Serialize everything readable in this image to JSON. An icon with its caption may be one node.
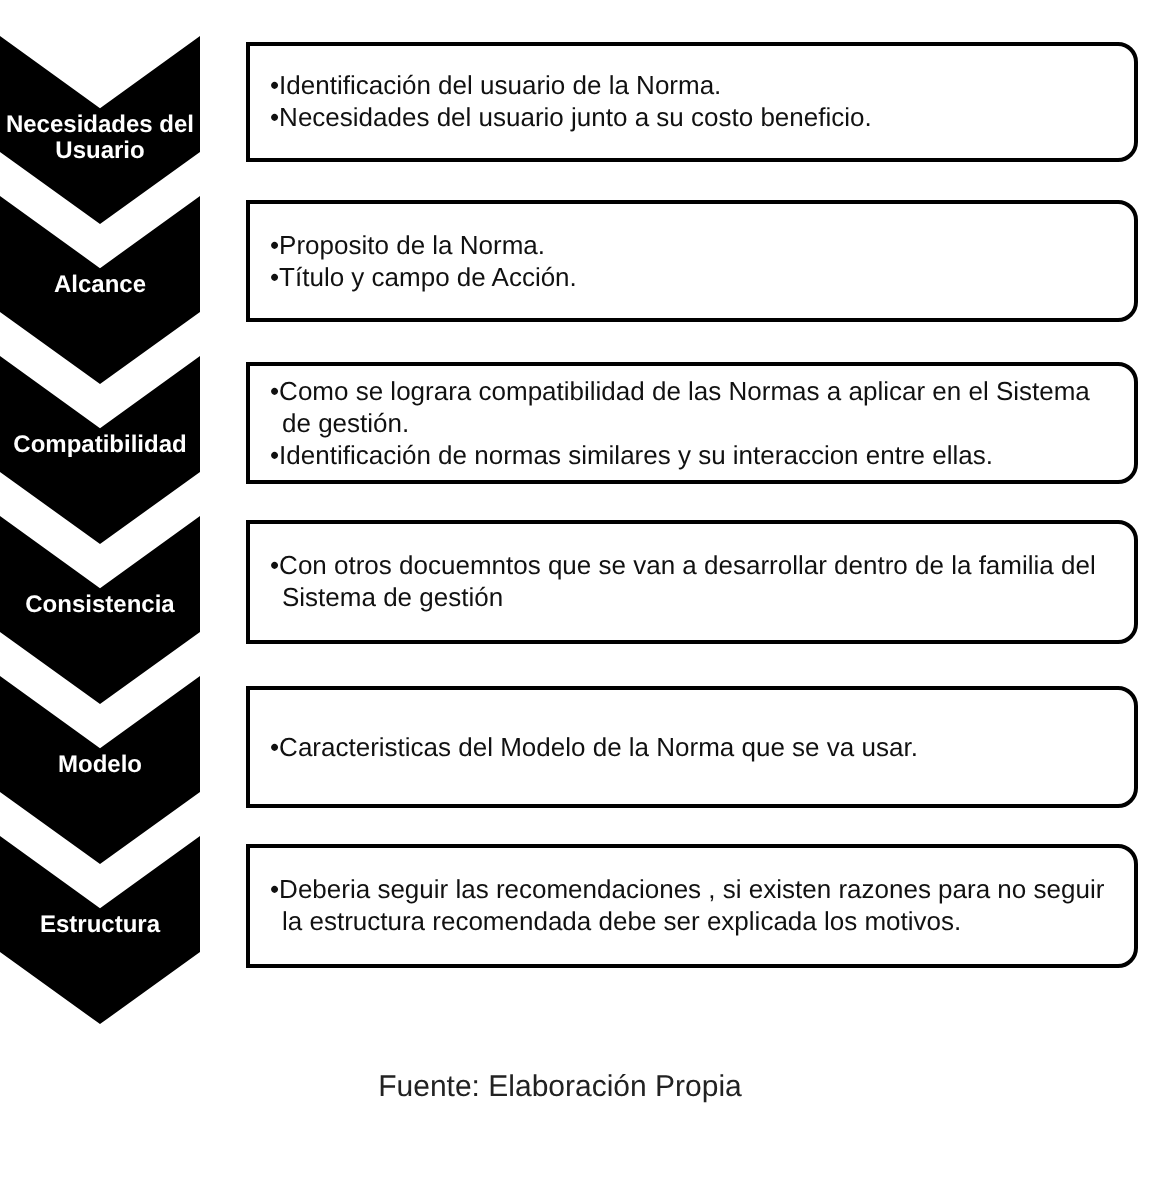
{
  "diagram": {
    "caption": "Fuente: Elaboración Propia",
    "nodes": [
      {
        "text": [
          "Necesidades del Usuario"
        ]
      },
      {
        "text": [
          "•Identificación del usuario de la Norma.",
          "•Necesidades del usuario junto a su costo beneficio."
        ]
      },
      {
        "text": [
          "Alcance"
        ]
      },
      {
        "text": [
          "•Proposito de la Norma.",
          "•Título y campo de Acción."
        ]
      },
      {
        "text": [
          "Compatibilidad"
        ]
      },
      {
        "text": [
          "•Como se lograra compatibilidad de las Normas a aplicar en el Sistema de gestión.",
          "•Identificación de normas similares y su interaccion entre ellas."
        ]
      },
      {
        "text": [
          "Consistencia"
        ]
      },
      {
        "text": [
          "•Con otros docuemntos que se van a desarrollar dentro de la familia del Sistema de gestión"
        ]
      },
      {
        "text": [
          "Modelo"
        ]
      },
      {
        "text": [
          "•Caracteristicas del Modelo de la Norma que se va usar."
        ]
      },
      {
        "text": [
          "Estructura"
        ]
      },
      {
        "text": [
          "•Deberia seguir las recomendaciones , si existen razones para no seguir la estructura recomendada debe ser explicada los motivos."
        ]
      }
    ]
  }
}
